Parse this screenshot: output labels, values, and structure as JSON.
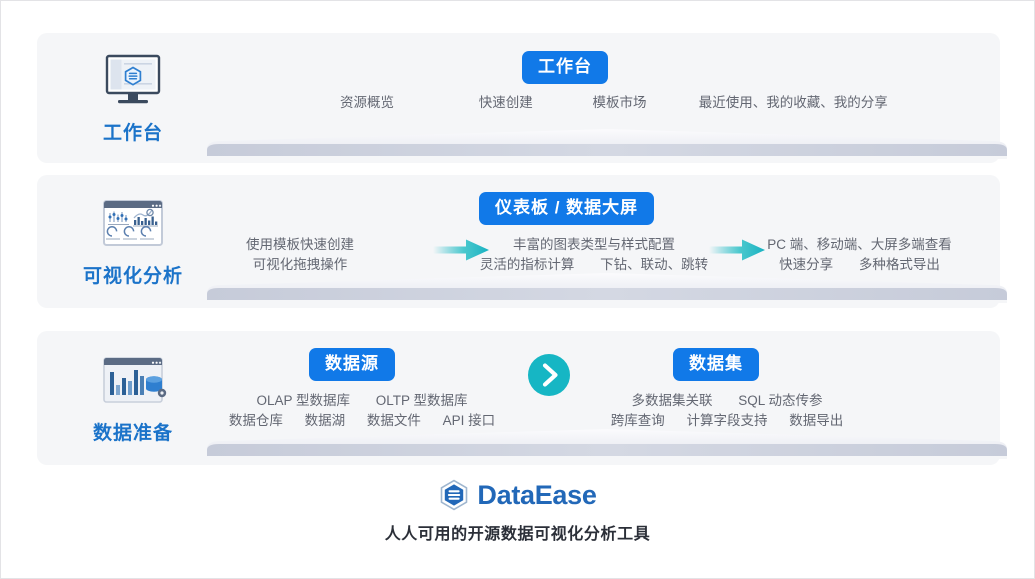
{
  "colors": {
    "badge_blue": "#1179e8",
    "stage_label_blue": "#1b73c9",
    "arrow_teal": "#16b6c4",
    "panel_bg": "#f5f6f8",
    "feature_text": "#636772",
    "brand_blue": "#2268b8",
    "page_bg": "#ffffff"
  },
  "sections": [
    {
      "id": "workbench",
      "icon": "monitor-workbench-icon",
      "label": "工作台",
      "badges": [
        {
          "id": "workbench",
          "text": "工作台"
        }
      ],
      "feature_groups": [
        {
          "id": "workbench-features",
          "lines": [
            [
              "资源概览",
              "快速创建",
              "模板市场",
              "最近使用、我的收藏、我的分享"
            ]
          ]
        }
      ],
      "arrows": []
    },
    {
      "id": "visual-analysis",
      "icon": "dashboard-charts-icon",
      "label": "可视化分析",
      "badges": [
        {
          "id": "dashboard-bigscreen",
          "text": "仪表板 / 数据大屏"
        }
      ],
      "feature_groups": [
        {
          "id": "create-features",
          "lines": [
            [
              "使用模板快速创建"
            ],
            [
              "可视化拖拽操作"
            ]
          ]
        },
        {
          "id": "chart-config-features",
          "lines": [
            [
              "丰富的图表类型与样式配置"
            ],
            [
              "灵活的指标计算",
              "下钻、联动、跳转"
            ]
          ]
        },
        {
          "id": "share-export-features",
          "lines": [
            [
              "PC 端、移动端、大屏多端查看"
            ],
            [
              "快速分享",
              "多种格式导出"
            ]
          ]
        }
      ],
      "arrows": [
        {
          "id": "arrow-create-to-chart",
          "type": "flat-arrow-icon"
        },
        {
          "id": "arrow-chart-to-share",
          "type": "flat-arrow-icon"
        }
      ]
    },
    {
      "id": "data-preparation",
      "icon": "bar-chart-database-icon",
      "label": "数据准备",
      "badges": [
        {
          "id": "datasource",
          "text": "数据源"
        },
        {
          "id": "dataset",
          "text": "数据集"
        }
      ],
      "feature_groups": [
        {
          "id": "datasource-features",
          "lines": [
            [
              "OLAP 型数据库",
              "OLTP 型数据库"
            ],
            [
              "数据仓库",
              "数据湖",
              "数据文件",
              "API 接口"
            ]
          ]
        },
        {
          "id": "dataset-features",
          "lines": [
            [
              "多数据集关联",
              "SQL 动态传参"
            ],
            [
              "跨库查询",
              "计算字段支持",
              "数据导出"
            ]
          ]
        }
      ],
      "arrows": [
        {
          "id": "arrow-datasource-to-dataset",
          "type": "circle-chevron-right-icon"
        }
      ]
    }
  ],
  "footer": {
    "brand_mark": "dataease-hexagon-logo-icon",
    "brand_name": "DataEase",
    "tagline": "人人可用的开源数据可视化分析工具"
  }
}
